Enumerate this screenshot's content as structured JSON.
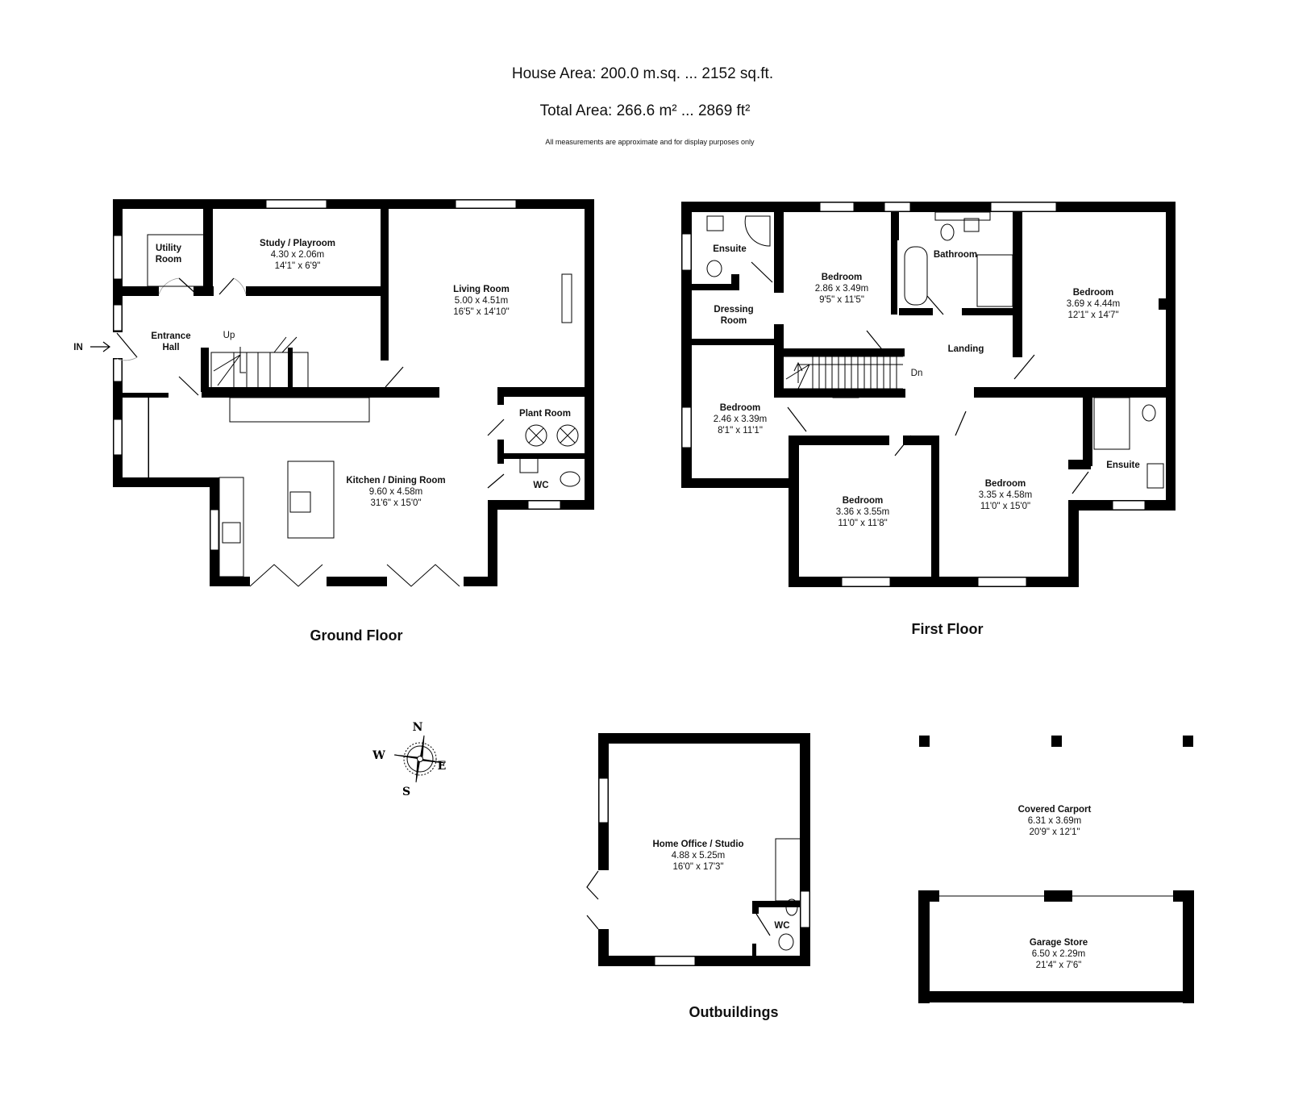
{
  "header": {
    "house_area": "House Area: 200.0 m.sq. ... 2152 sq.ft.",
    "total_area": "Total Area: 266.6 m² ... 2869 ft²",
    "disclaimer": "All measurements are approximate and for display purposes only"
  },
  "ground_floor": {
    "title": "Ground Floor",
    "entry_label": "IN",
    "stairs_label": "Up",
    "rooms": [
      {
        "name": [
          "Utility",
          "Room"
        ]
      },
      {
        "name": [
          "Study / Playroom"
        ],
        "metric": "4.30 x 2.06m",
        "imperial": "14'1\" x 6'9\""
      },
      {
        "name": [
          "Entrance",
          "Hall"
        ]
      },
      {
        "name": [
          "Living Room"
        ],
        "metric": "5.00 x 4.51m",
        "imperial": "16'5\" x 14'10\""
      },
      {
        "name": [
          "Plant Room"
        ]
      },
      {
        "name": [
          "Kitchen / Dining Room"
        ],
        "metric": "9.60 x 4.58m",
        "imperial": "31'6\" x 15'0\""
      },
      {
        "name": [
          "WC"
        ]
      }
    ]
  },
  "first_floor": {
    "title": "First Floor",
    "stairs_label": "Dn",
    "rooms": [
      {
        "name": [
          "Ensuite"
        ]
      },
      {
        "name": [
          "Dressing",
          "Room"
        ]
      },
      {
        "name": [
          "Bedroom"
        ],
        "metric": "2.86 x 3.49m",
        "imperial": "9'5\" x 11'5\""
      },
      {
        "name": [
          "Bathroom"
        ]
      },
      {
        "name": [
          "Bedroom"
        ],
        "metric": "3.69 x 4.44m",
        "imperial": "12'1\" x 14'7\""
      },
      {
        "name": [
          "Landing"
        ]
      },
      {
        "name": [
          "Bedroom"
        ],
        "metric": "2.46 x 3.39m",
        "imperial": "8'1\" x 11'1\""
      },
      {
        "name": [
          "Bedroom"
        ],
        "metric": "3.36 x 3.55m",
        "imperial": "11'0\" x 11'8\""
      },
      {
        "name": [
          "Bedroom"
        ],
        "metric": "3.35 x 4.58m",
        "imperial": "11'0\" x 15'0\""
      },
      {
        "name": [
          "Ensuite"
        ]
      }
    ]
  },
  "outbuildings": {
    "title": "Outbuildings",
    "rooms": [
      {
        "name": [
          "Home Office / Studio"
        ],
        "metric": "4.88 x 5.25m",
        "imperial": "16'0\" x 17'3\""
      },
      {
        "name": [
          "WC"
        ]
      },
      {
        "name": [
          "Covered Carport"
        ],
        "metric": "6.31 x 3.69m",
        "imperial": "20'9\" x 12'1\""
      },
      {
        "name": [
          "Garage Store"
        ],
        "metric": "6.50 x 2.29m",
        "imperial": "21'4\" x 7'6\""
      }
    ]
  },
  "compass": {
    "n": "N",
    "e": "E",
    "s": "S",
    "w": "W"
  }
}
